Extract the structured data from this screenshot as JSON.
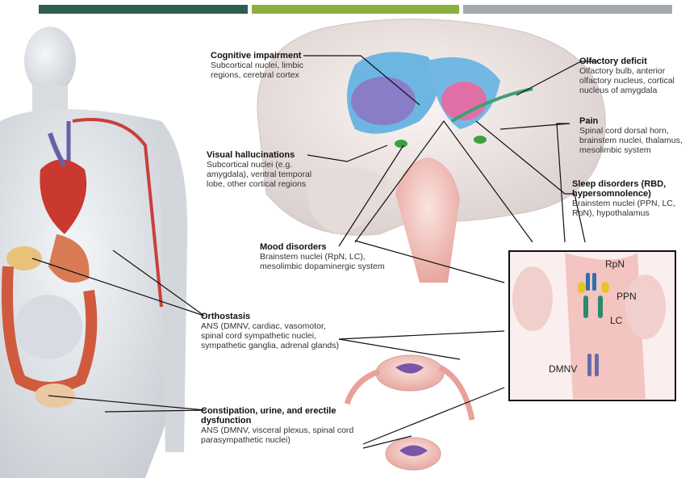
{
  "labels": {
    "cognitive": {
      "title": "Cognitive impairment",
      "desc": "Subcortical nuclei, limbic regions, cerebral cortex"
    },
    "olfactory": {
      "title": "Olfactory deficit",
      "desc": "Olfactory bulb, anterior olfactory nucleus, cortical nucleus of amygdala"
    },
    "pain": {
      "title": "Pain",
      "desc": "Spinal cord dorsal horn, brainstem nuclei, thalamus, mesolimbic system"
    },
    "visual": {
      "title": "Visual hallucinations",
      "desc": "Subcortical nuclei (e.g. amygdala), ventral temporal lobe, other cortical regions"
    },
    "sleep": {
      "title": "Sleep disorders (RBD, hypersomnolence)",
      "desc": "Brainstem nuclei (PPN, LC, RpN), hypothalamus"
    },
    "mood": {
      "title": "Mood disorders",
      "desc": "Brainstem nuclei (RpN, LC), mesolimbic dopaminergic system"
    },
    "orthostasis": {
      "title": "Orthostasis",
      "desc": "ANS (DMNV, cardiac, vasomotor, spinal cord sympathetic nuclei, sympathetic ganglia, adrenal glands)"
    },
    "constipation": {
      "title": "Constipation, urine, and erectile dysfunction",
      "desc": "ANS (DMNV, visceral plexus, spinal cord parasympathetic nuclei)"
    }
  },
  "inset": {
    "rpn": "RpN",
    "ppn": "PPN",
    "lc": "LC",
    "dmnv": "DMNV"
  },
  "colors": {
    "bar_dark": "#2e5e4e",
    "bar_green": "#8bb040",
    "bar_gray": "#a3a8ad"
  }
}
